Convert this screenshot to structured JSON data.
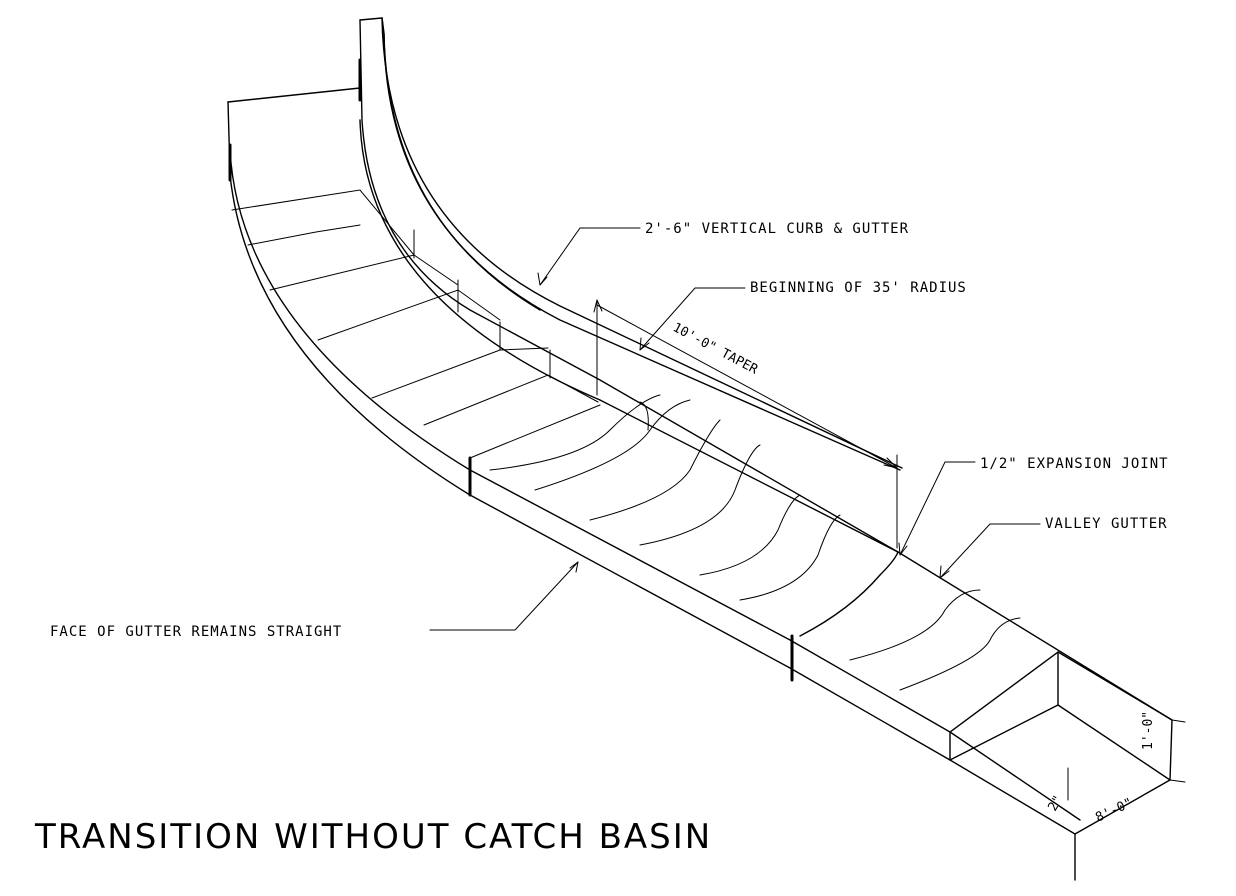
{
  "drawing": {
    "title": "TRANSITION WITHOUT CATCH BASIN",
    "callouts": {
      "vertical_curb": "2'-6\" VERTICAL CURB & GUTTER",
      "beginning_radius": "BEGINNING OF 35' RADIUS",
      "expansion_joint": "1/2\" EXPANSION JOINT",
      "valley_gutter": "VALLEY GUTTER",
      "face_of_gutter": "FACE OF GUTTER REMAINS STRAIGHT"
    },
    "dimensions": {
      "taper": "10'-0\" TAPER",
      "width": "8'-0\"",
      "depth_right": "1'-0\"",
      "depth_small": "2\""
    }
  }
}
